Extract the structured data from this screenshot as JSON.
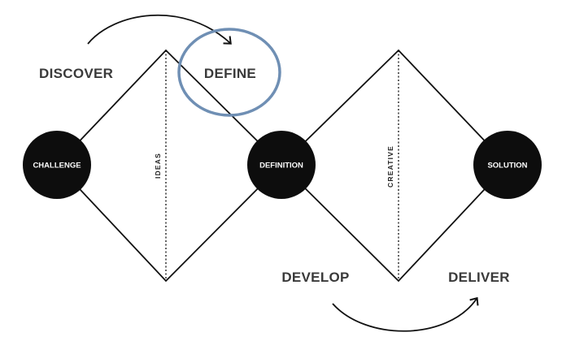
{
  "phases": {
    "discover": "DISCOVER",
    "define": "DEFINE",
    "develop": "DEVELOP",
    "deliver": "DELIVER"
  },
  "nodes": {
    "challenge": "CHALLENGE",
    "definition": "DEFINITION",
    "solution": "SOLUTION"
  },
  "axes": {
    "ideas": "IDEAS",
    "creative": "CREATIVE"
  },
  "colors": {
    "line": "#111111",
    "node_fill": "#0d0d0d",
    "highlight_ring": "#6f8fb4",
    "label_text": "#3a3a3a"
  }
}
